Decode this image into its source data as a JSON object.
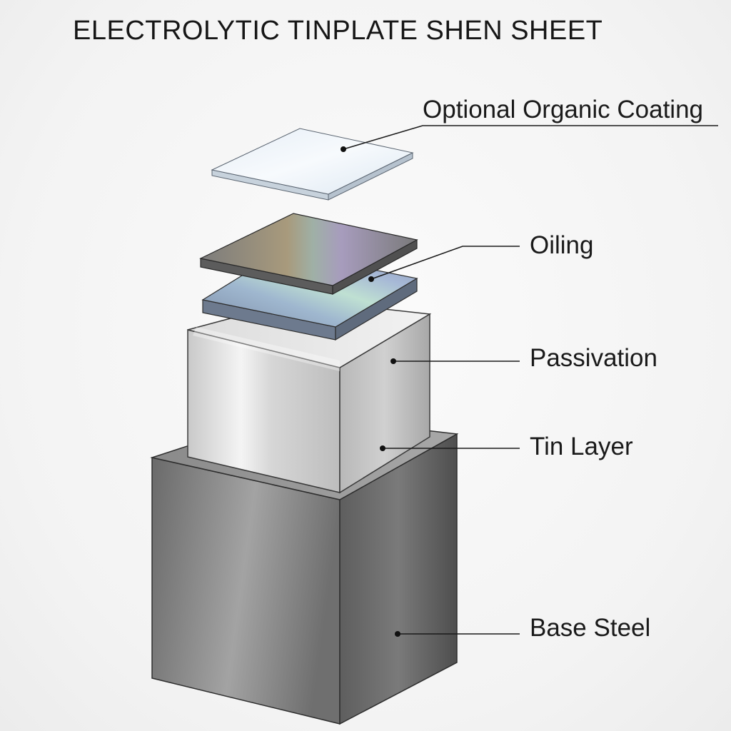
{
  "title": "ELECTROLYTIC TINPLATE SHEN SHEET",
  "layers": [
    {
      "id": "organic",
      "label": "Optional Organic Coating"
    },
    {
      "id": "oiling",
      "label": "Oiling"
    },
    {
      "id": "passivation",
      "label": "Passivation"
    },
    {
      "id": "tin",
      "label": "Tin Layer"
    },
    {
      "id": "steel",
      "label": "Base Steel"
    }
  ]
}
